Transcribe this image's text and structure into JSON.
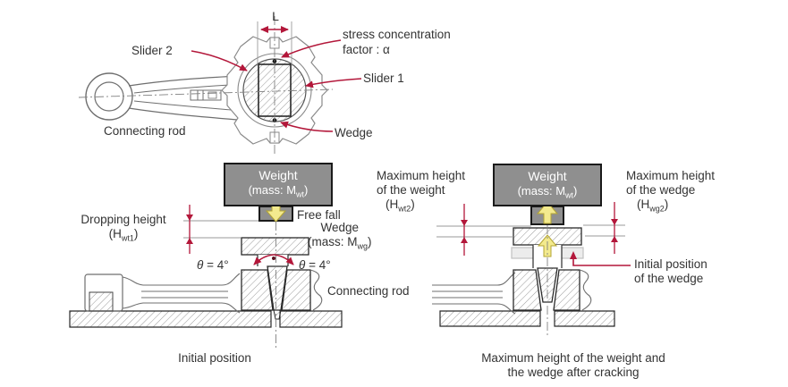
{
  "colors": {
    "accent_red": "#b3173a",
    "weight_gray": "#8f8f8f",
    "arrow_yellow": "#f3ea8e",
    "ink": "#333333"
  },
  "top": {
    "dim_label": "L",
    "slider2": "Slider 2",
    "stress_line1": "stress concentration",
    "stress_line2": "factor : α",
    "slider1": "Slider 1",
    "wedge": "Wedge",
    "connecting_rod": "Connecting rod"
  },
  "weight": {
    "title": "Weight",
    "mass_pre": "(mass: M",
    "mass_sub": "wt",
    "mass_post": ")"
  },
  "left": {
    "free_fall": "Free fall",
    "drop_line1": "Dropping height",
    "drop_pre": "(H",
    "drop_sub": "wt1",
    "drop_post": ")",
    "wedge_line1": "Wedge",
    "wedge_pre": "(mass: M",
    "wedge_sub": "wg",
    "wedge_post": ")",
    "theta_sym": "θ",
    "theta_val": "= 4°",
    "connecting_rod": "Connecting rod",
    "caption": "Initial position"
  },
  "right": {
    "maxw_line1": "Maximum height",
    "maxw_line2": "of the weight",
    "maxw_pre": "(H",
    "maxw_sub": "wt2",
    "maxw_post": ")",
    "maxg_line1": "Maximum height",
    "maxg_line2": "of the wedge",
    "maxg_pre": "(H",
    "maxg_sub": "wg2",
    "maxg_post": ")",
    "init_line1": "Initial position",
    "init_line2": "of the wedge",
    "caption_line1": "Maximum height of the weight and",
    "caption_line2": "the wedge after cracking"
  }
}
